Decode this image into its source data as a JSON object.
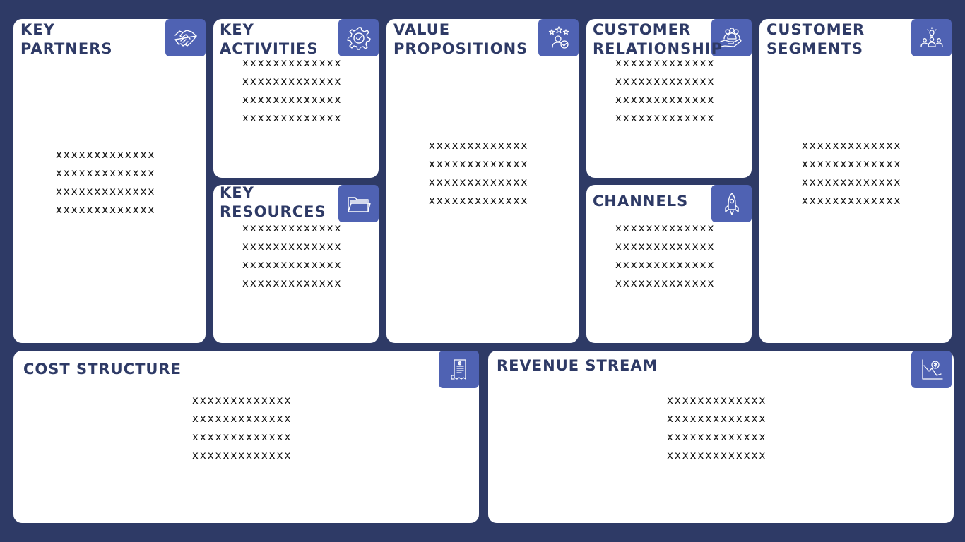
{
  "key_partners": {
    "title_1": "KEY",
    "title_2": "PARTNERS",
    "lines": [
      "xxxxxxxxxxxxx",
      "xxxxxxxxxxxxx",
      "xxxxxxxxxxxxx",
      "xxxxxxxxxxxxx"
    ]
  },
  "key_activities": {
    "title_1": "KEY",
    "title_2": "ACTIVITIES",
    "lines": [
      "xxxxxxxxxxxxx",
      "xxxxxxxxxxxxx",
      "xxxxxxxxxxxxx",
      "xxxxxxxxxxxxx"
    ]
  },
  "key_resources": {
    "title_1": "KEY",
    "title_2": "RESOURCES",
    "lines": [
      "xxxxxxxxxxxxx",
      "xxxxxxxxxxxxx",
      "xxxxxxxxxxxxx",
      "xxxxxxxxxxxxx"
    ]
  },
  "value_propositions": {
    "title_1": "VALUE",
    "title_2": "PROPOSITIONS",
    "lines": [
      "xxxxxxxxxxxxx",
      "xxxxxxxxxxxxx",
      "xxxxxxxxxxxxx",
      "xxxxxxxxxxxxx"
    ]
  },
  "customer_relationship": {
    "title_1": "CUSTOMER",
    "title_2": "RELATIONSHIP",
    "lines": [
      "xxxxxxxxxxxxx",
      "xxxxxxxxxxxxx",
      "xxxxxxxxxxxxx",
      "xxxxxxxxxxxxx"
    ]
  },
  "channels": {
    "title": "CHANNELS",
    "lines": [
      "xxxxxxxxxxxxx",
      "xxxxxxxxxxxxx",
      "xxxxxxxxxxxxx",
      "xxxxxxxxxxxxx"
    ]
  },
  "customer_segments": {
    "title_1": "CUSTOMER",
    "title_2": "SEGMENTS",
    "lines": [
      "xxxxxxxxxxxxx",
      "xxxxxxxxxxxxx",
      "xxxxxxxxxxxxx",
      "xxxxxxxxxxxxx"
    ]
  },
  "cost_structure": {
    "title": "COST STRUCTURE",
    "lines": [
      "xxxxxxxxxxxxx",
      "xxxxxxxxxxxxx",
      "xxxxxxxxxxxxx",
      "xxxxxxxxxxxxx"
    ]
  },
  "revenue_stream": {
    "title": "REVENUE STREAM",
    "lines": [
      "xxxxxxxxxxxxx",
      "xxxxxxxxxxxxx",
      "xxxxxxxxxxxxx",
      "xxxxxxxxxxxxx"
    ]
  },
  "colors": {
    "background": "#2e3a66",
    "card": "#ffffff",
    "title": "#2e3a66",
    "icon_badge": "#4f62b3"
  },
  "icons": [
    "handshake-icon",
    "gear-icon",
    "folder-icon",
    "stars-person-icon",
    "people-hand-icon",
    "rocket-icon",
    "team-idea-icon",
    "receipt-icon",
    "revenue-chart-icon"
  ]
}
